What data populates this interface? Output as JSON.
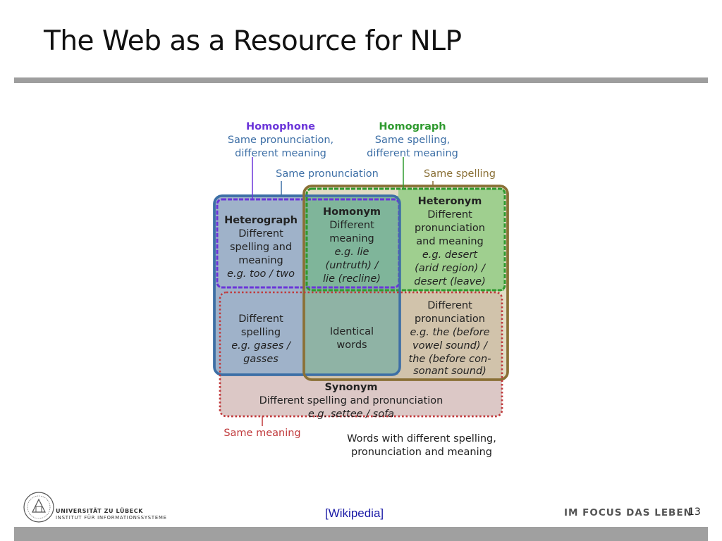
{
  "slide": {
    "title": "The Web as a Resource for NLP",
    "page_number": "13",
    "source_link": "[Wikipedia]"
  },
  "footer": {
    "university": "UNIVERSITÄT ZU LÜBECK",
    "institute": "INSTITUT FÜR INFORMATIONSSYSTEME",
    "slogan": "IM FOCUS DAS LEBEN"
  },
  "diagram": {
    "colors": {
      "homophone": "#6b35d9",
      "homograph": "#2f9a2f",
      "pronunciation": "#3d6fa6",
      "spelling": "#8a7036",
      "meaning": "#c0393b",
      "text": "#222222"
    },
    "homophone": {
      "title": "Homophone",
      "line1": "Same pronunciation,",
      "line2": "different meaning"
    },
    "homograph": {
      "title": "Homograph",
      "line1": "Same spelling,",
      "line2": "different meaning"
    },
    "same_pronunciation": "Same pronunciation",
    "same_spelling": "Same spelling",
    "same_meaning": "Same meaning",
    "heterograph": {
      "title": "Heterograph",
      "lines": [
        "Different",
        "spelling and",
        "meaning"
      ],
      "example": "e.g. too / two"
    },
    "homonym": {
      "title": "Homonym",
      "lines": [
        "Different",
        "meaning"
      ],
      "examples": [
        "e.g. lie",
        "(untruth) /",
        "lie (recline)"
      ]
    },
    "heteronym": {
      "title": "Heteronym",
      "lines": [
        "Different",
        "pronunciation",
        "and meaning"
      ],
      "examples": [
        "e.g. desert",
        "(arid region) /",
        "desert (leave)"
      ]
    },
    "different_spelling": {
      "lines": [
        "Different",
        "spelling"
      ],
      "examples": [
        "e.g. gases /",
        "gasses"
      ]
    },
    "identical_words": {
      "lines": [
        "Identical",
        "words"
      ]
    },
    "different_pronunciation": {
      "lines": [
        "Different",
        "pronunciation"
      ],
      "examples": [
        "e.g. the (before",
        "vowel sound) /",
        "the (before con-",
        "sonant sound)"
      ]
    },
    "synonym": {
      "title": "Synonym",
      "line": "Different spelling and pronunciation",
      "example": "e.g. settee / sofa"
    },
    "words_different": {
      "line1": "Words with different spelling,",
      "line2": "pronunciation and meaning"
    }
  }
}
